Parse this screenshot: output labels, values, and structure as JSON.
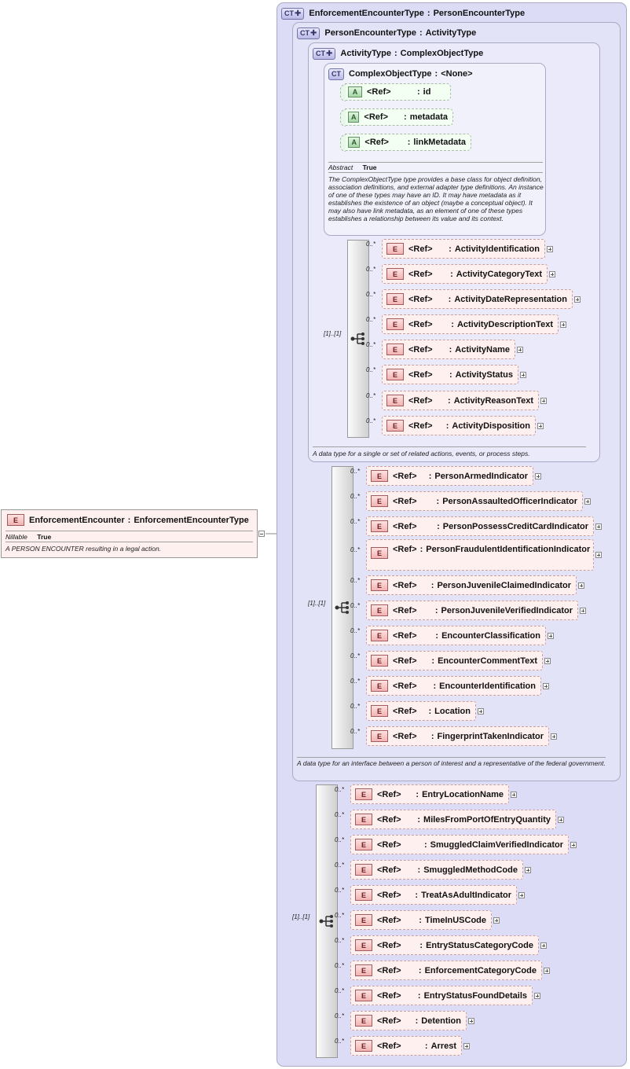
{
  "root_element": {
    "badge": "E",
    "name": "EnforcementEncounter",
    "type": "EnforcementEncounterType",
    "nillable_key": "Nillable",
    "nillable_value": "True",
    "description": "A PERSON ENCOUNTER resulting in a legal action."
  },
  "separator": ":",
  "ref_label": "<Ref>",
  "element_badge": "E",
  "attribute_badge": "A",
  "ct_badge": "CT",
  "level1": {
    "name": "EnforcementEncounterType",
    "base": "PersonEncounterType",
    "cardinality": "[1]..[1]",
    "elements": [
      {
        "card": "0..*",
        "name": "EntryLocationName"
      },
      {
        "card": "0..*",
        "name": "MilesFromPortOfEntryQuantity"
      },
      {
        "card": "0..*",
        "name": "SmuggledClaimVerifiedIndicator"
      },
      {
        "card": "0..*",
        "name": "SmuggledMethodCode"
      },
      {
        "card": "0..*",
        "name": "TreatAsAdultIndicator"
      },
      {
        "card": "0..*",
        "name": "TimeInUSCode"
      },
      {
        "card": "0..*",
        "name": "EntryStatusCategoryCode"
      },
      {
        "card": "0..*",
        "name": "EnforcementCategoryCode"
      },
      {
        "card": "0..*",
        "name": "EntryStatusFoundDetails"
      },
      {
        "card": "0..*",
        "name": "Detention"
      },
      {
        "card": "0..*",
        "name": "Arrest"
      }
    ]
  },
  "level2": {
    "name": "PersonEncounterType",
    "base": "ActivityType",
    "cardinality": "[1]..[1]",
    "description": "A data type for an interface between a person of interest and a representative of the federal government.",
    "elements": [
      {
        "card": "0..*",
        "name": "PersonArmedIndicator"
      },
      {
        "card": "0..*",
        "name": "PersonAssaultedOfficerIndicator"
      },
      {
        "card": "0..*",
        "name": "PersonPossessCreditCardIndicator"
      },
      {
        "card": "0..*",
        "name": "PersonFraudulentIdentificationIndicator"
      },
      {
        "card": "0..*",
        "name": "PersonJuvenileClaimedIndicator"
      },
      {
        "card": "0..*",
        "name": "PersonJuvenileVerifiedIndicator"
      },
      {
        "card": "0..*",
        "name": "EncounterClassification"
      },
      {
        "card": "0..*",
        "name": "EncounterCommentText"
      },
      {
        "card": "0..*",
        "name": "EncounterIdentification"
      },
      {
        "card": "0..*",
        "name": "Location"
      },
      {
        "card": "0..*",
        "name": "FingerprintTakenIndicator"
      }
    ]
  },
  "level3": {
    "name": "ActivityType",
    "base": "ComplexObjectType",
    "cardinality": "[1]..[1]",
    "description": "A data type for a single or set of related actions, events, or process steps.",
    "elements": [
      {
        "card": "0..*",
        "name": "ActivityIdentification"
      },
      {
        "card": "0..*",
        "name": "ActivityCategoryText"
      },
      {
        "card": "0..*",
        "name": "ActivityDateRepresentation"
      },
      {
        "card": "0..*",
        "name": "ActivityDescriptionText"
      },
      {
        "card": "0..*",
        "name": "ActivityName"
      },
      {
        "card": "0..*",
        "name": "ActivityStatus"
      },
      {
        "card": "0..*",
        "name": "ActivityReasonText"
      },
      {
        "card": "0..*",
        "name": "ActivityDisposition"
      }
    ]
  },
  "level4": {
    "name": "ComplexObjectType",
    "base": "<None>",
    "abstract_key": "Abstract",
    "abstract_value": "True",
    "attributes": [
      {
        "name": "id"
      },
      {
        "name": "metadata"
      },
      {
        "name": "linkMetadata"
      }
    ],
    "description": "The ComplexObjectType type provides a base class for object definition, association definitions, and external adapter type definitions. An instance of one of these types may have an ID. It may have metadata as it establishes the existence of an object (maybe a conceptual object). It may also have link metadata, as an element of one of these types establishes a relationship between its value and its context."
  },
  "colors": {
    "box_border": "#a9abc4",
    "element_fill": "#fff0f0",
    "attribute_fill": "#f2fff2",
    "ct_badge_fill": "#c8c8f0"
  }
}
